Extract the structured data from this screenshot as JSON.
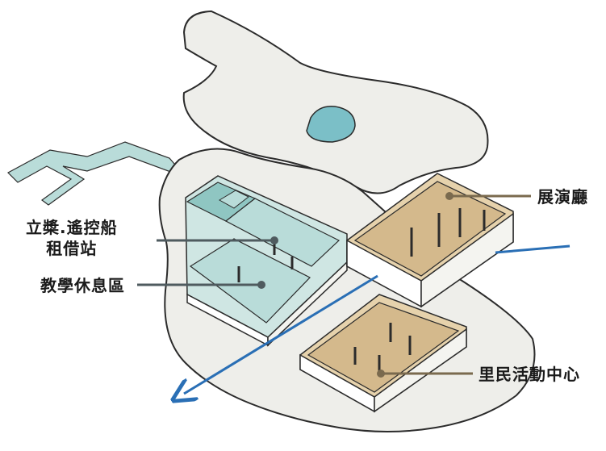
{
  "labels": {
    "exhibition_hall": "展演廳",
    "paddle_rc_boat_line1": "立槳.遙控船",
    "paddle_rc_boat_line2": "租借站",
    "education_rest_area": "教學休息區",
    "community_center": "里民活動中心"
  },
  "colors": {
    "blue_zone": "#b9dcd9",
    "blue_zone_dark": "#8fc6c2",
    "tan_zone": "#e6d2ac",
    "tan_zone_dark": "#d4b98c",
    "pond": "#7bbfc7",
    "ground": "#eeeeea",
    "outline": "#2b2b2b",
    "leader_line": "#4f5b5f",
    "tan_leader": "#7a6a4e",
    "arrow_blue": "#2a6fb5"
  }
}
